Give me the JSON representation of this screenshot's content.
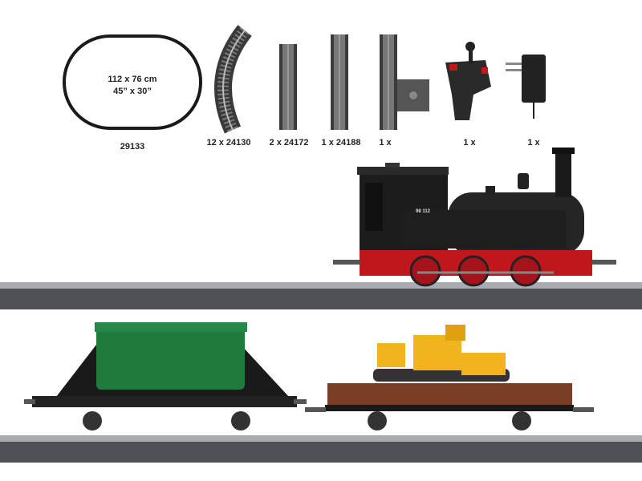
{
  "track_set": {
    "oval": {
      "dimensions_cm": "112 x 76 cm",
      "dimensions_in": "45” x 30”",
      "article": "29133"
    },
    "items": [
      {
        "qty_label": "12 x 24130",
        "icon": "curved-track-icon"
      },
      {
        "qty_label": "2 x 24172",
        "icon": "straight-track-short-icon"
      },
      {
        "qty_label": "1 x 24188",
        "icon": "straight-track-long-icon"
      },
      {
        "qty_label": "1 x",
        "icon": "feeder-track-icon"
      },
      {
        "qty_label": "1 x",
        "icon": "controller-icon"
      },
      {
        "qty_label": "1 x",
        "icon": "power-supply-icon"
      }
    ]
  },
  "locomotive": {
    "number": "98 112",
    "icon": "steam-locomotive-icon",
    "colors": {
      "body": "#1c1c1c",
      "frame": "#c0171d"
    }
  },
  "wagons": [
    {
      "icon": "dump-car-icon",
      "colors": {
        "hopper": "#1f7a3c"
      }
    },
    {
      "icon": "flat-car-with-bulldozer-icon",
      "colors": {
        "deck": "#7a3d25",
        "load": "#f0b51c"
      }
    }
  ]
}
